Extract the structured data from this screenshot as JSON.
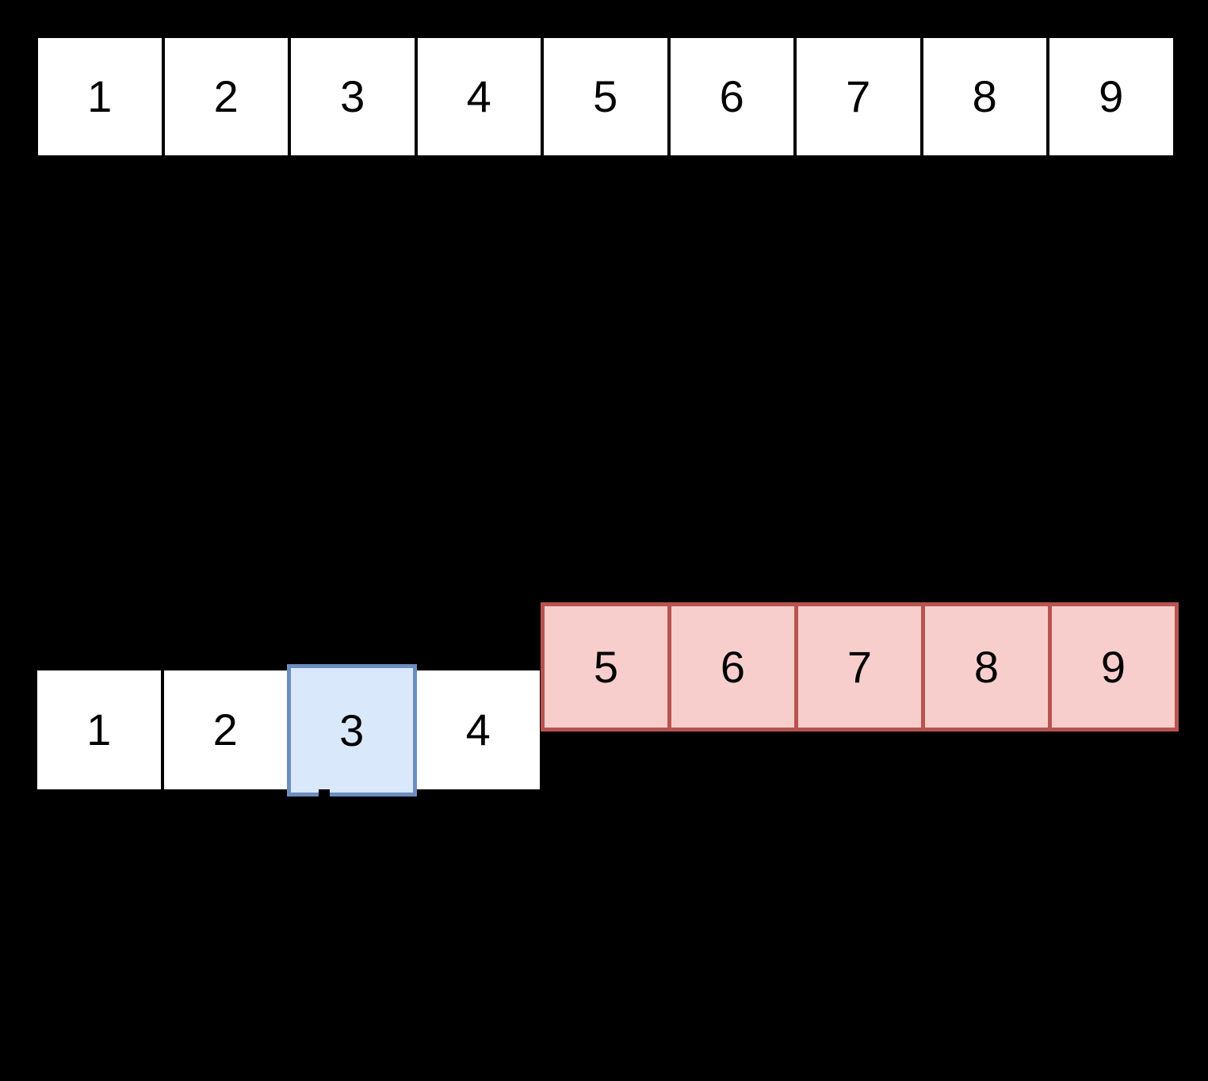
{
  "diagram": {
    "background_color": "#000000",
    "text_color": "#000000",
    "original_array": {
      "values": [
        "1",
        "2",
        "3",
        "4",
        "5",
        "6",
        "7",
        "8",
        "9"
      ],
      "fill": "#ffffff",
      "border": "#000000"
    },
    "front_segment_array": {
      "values": [
        "1",
        "2",
        "3",
        "4"
      ],
      "fill": "#ffffff",
      "border": "#000000",
      "highlight": {
        "index": 2,
        "value": "3",
        "fill": "#dae8fc",
        "border": "#6c8ebf"
      }
    },
    "shifted_segment_array": {
      "values": [
        "5",
        "6",
        "7",
        "8",
        "9"
      ],
      "fill": "#f8cecc",
      "border": "#b85450"
    },
    "stray_mark_color": "#000000"
  }
}
